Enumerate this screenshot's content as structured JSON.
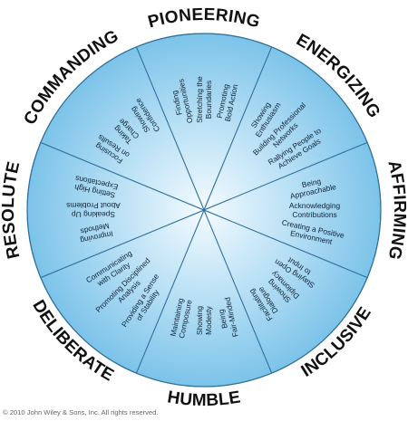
{
  "sectors": [
    {
      "name": "PIONEERING",
      "items": [
        [
          "Finding",
          "Opportunities"
        ],
        [
          "Stretching the",
          "Boundaries"
        ],
        [
          "Promoting",
          "Bold Action"
        ]
      ]
    },
    {
      "name": "ENERGIZING",
      "items": [
        [
          "Showing",
          "Enthusiasm"
        ],
        [
          "Building Professional",
          "Networks"
        ],
        [
          "Rallying People to",
          "Achieve Goals"
        ]
      ]
    },
    {
      "name": "AFFIRMING",
      "items": [
        [
          "Being",
          "Approachable"
        ],
        [
          "Acknowledging",
          "Contributions"
        ],
        [
          "Creating a Positive",
          "Environment"
        ]
      ]
    },
    {
      "name": "INCLUSIVE",
      "items": [
        [
          "Staying Open",
          "to Input"
        ],
        [
          "Showing",
          "Diplomacy"
        ],
        [
          "Facilitating",
          "Dialogue"
        ]
      ]
    },
    {
      "name": "HUMBLE",
      "items": [
        [
          "Being",
          "Fair-Minded"
        ],
        [
          "Showing",
          "Modesty"
        ],
        [
          "Maintaining",
          "Composure"
        ]
      ]
    },
    {
      "name": "DELIBERATE",
      "items": [
        [
          "Providing a Sense",
          "of Stability"
        ],
        [
          "Promoting Disciplined",
          "Analysis"
        ],
        [
          "Communicating",
          "with Clarity"
        ]
      ]
    },
    {
      "name": "RESOLUTE",
      "items": [
        [
          "Improving",
          "Methods"
        ],
        [
          "Speaking Up",
          "About Problems"
        ],
        [
          "Setting High",
          "Expectations"
        ]
      ]
    },
    {
      "name": "COMMANDING",
      "items": [
        [
          "Focusing",
          "on Results"
        ],
        [
          "Taking",
          "Charge"
        ],
        [
          "Showing",
          "Confidence"
        ]
      ]
    }
  ],
  "colors": {
    "inner": "#f4fbff",
    "middle": "#bfe3f6",
    "outer": "#7cc3e9",
    "stroke": "#2f6f9c",
    "label": "#111111"
  },
  "copyright": "© 2010 John Wiley & Sons, Inc. All rights reserved."
}
